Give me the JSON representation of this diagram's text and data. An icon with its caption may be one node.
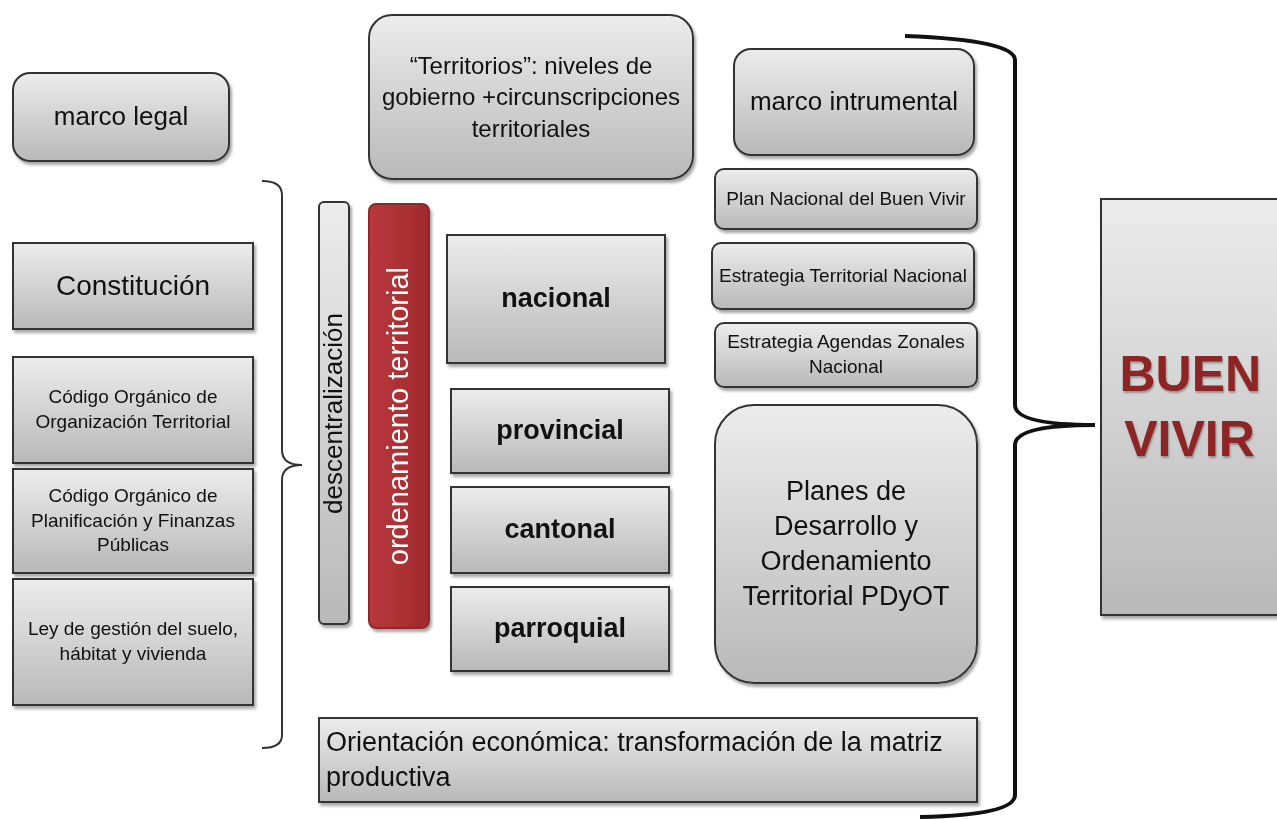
{
  "diagram": {
    "nodes": [
      {
        "text": [
          "marco legal"
        ]
      },
      {
        "text": [
          "“Territorios”: niveles de gobierno +circunscripciones territoriales"
        ]
      },
      {
        "text": [
          "marco intrumental"
        ]
      },
      {
        "text": [
          "Plan Nacional del Buen Vivir"
        ]
      },
      {
        "text": [
          "Estrategia Territorial Nacional"
        ]
      },
      {
        "text": [
          "Estrategia Agendas Zonales Nacional"
        ]
      },
      {
        "text": [
          "Constitución"
        ]
      },
      {
        "text": [
          "descentralización"
        ]
      },
      {
        "text": [
          "ordenamiento territorial"
        ]
      },
      {
        "text": [
          "nacional"
        ]
      },
      {
        "text": [
          "Código Orgánico de Organización Territorial"
        ]
      },
      {
        "text": [
          "provincial"
        ]
      },
      {
        "text": [
          "Planes de Desarrollo y Ordenamiento Territorial PDyOT"
        ]
      },
      {
        "text": [
          "Código Orgánico de Planificación y Finanzas Públicas"
        ]
      },
      {
        "text": [
          "cantonal"
        ]
      },
      {
        "text": [
          "Ley de gestión del suelo, hábitat y vivienda"
        ]
      },
      {
        "text": [
          "parroquial"
        ]
      },
      {
        "text": [
          "Orientación económica: transformación de la matriz productiva"
        ]
      },
      {
        "text": [
          "BUEN VIVIR"
        ]
      }
    ]
  }
}
